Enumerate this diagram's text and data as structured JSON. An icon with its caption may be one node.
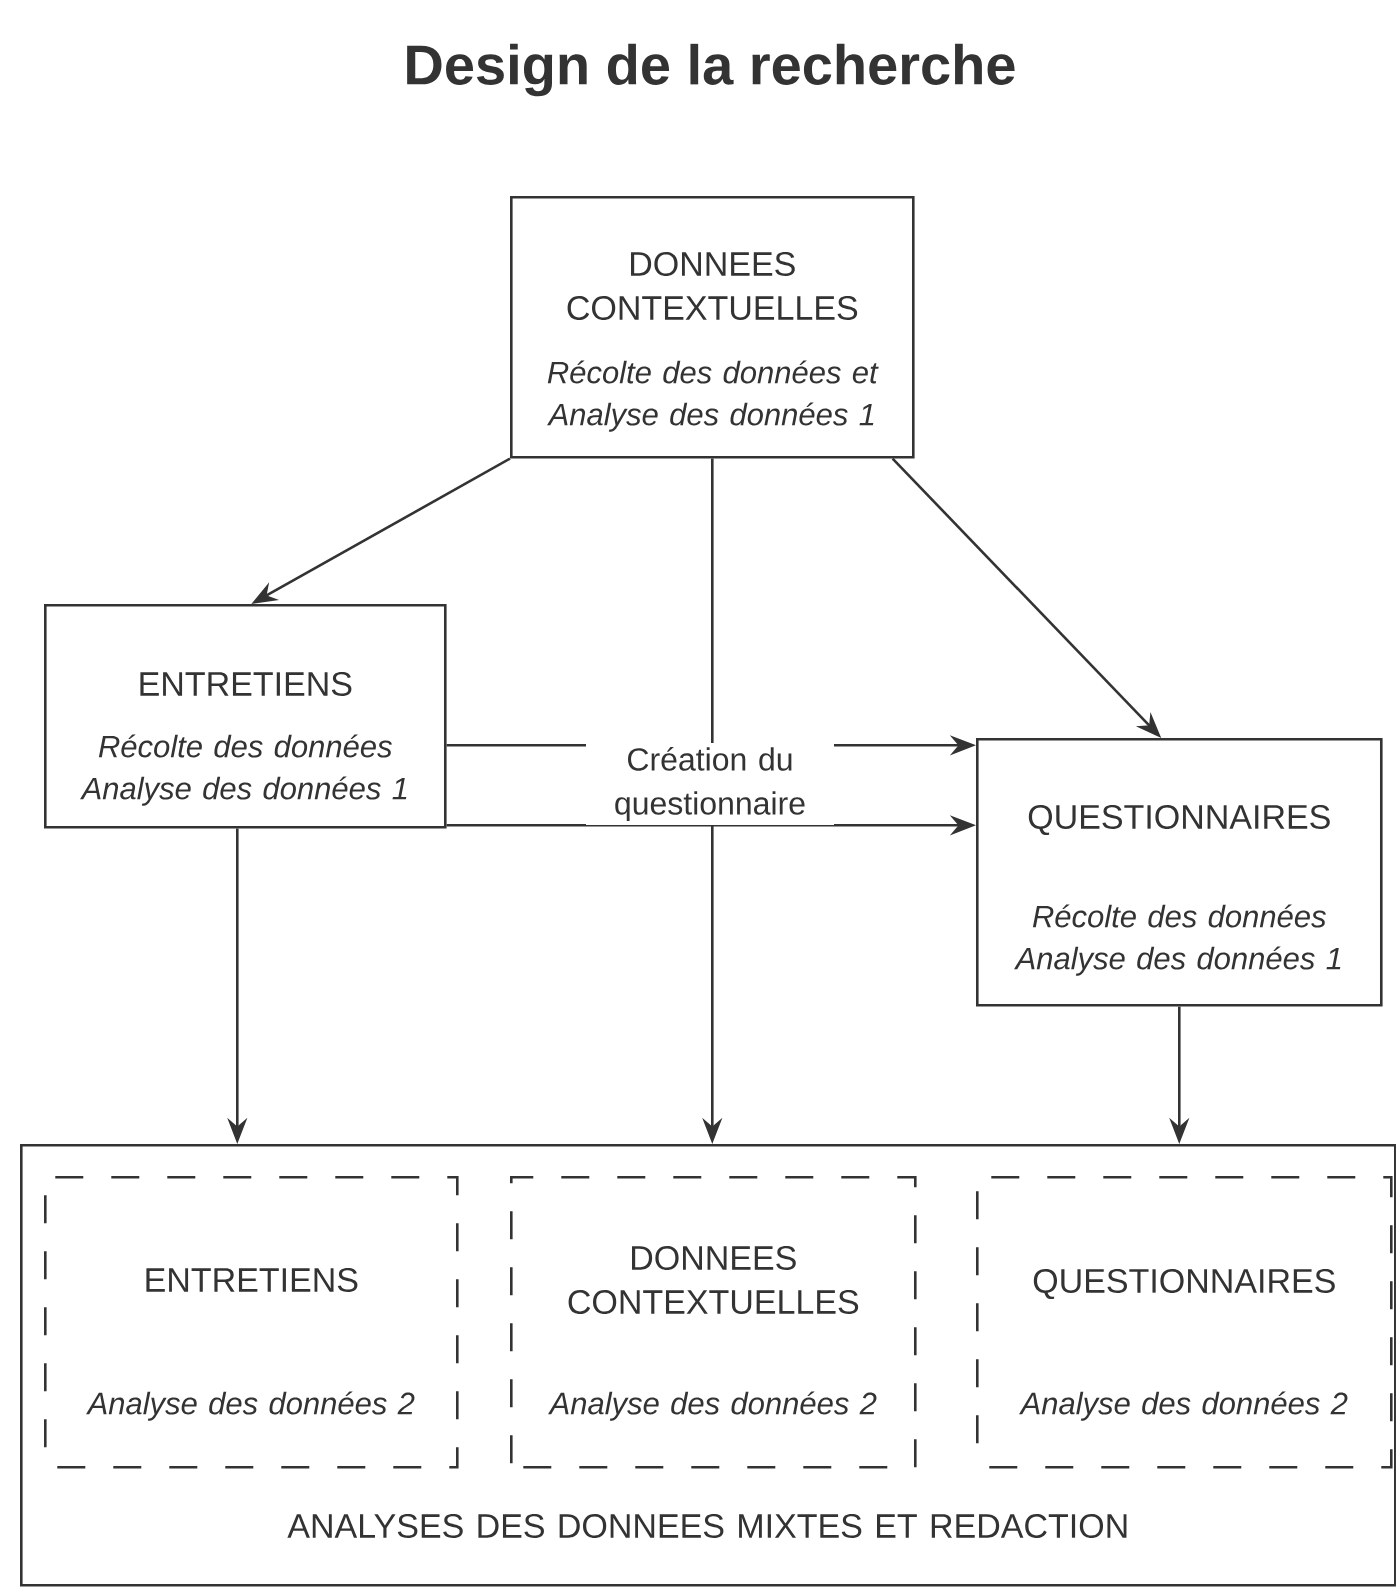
{
  "diagram": {
    "title": "Design de la recherche",
    "nodes": [
      {
        "text": [
          "DONNEES CONTEXTUELLES",
          "Récolte des données et Analyse des données 1"
        ]
      },
      {
        "text": [
          "ENTRETIENS",
          "Récolte des données Analyse des données 1"
        ]
      },
      {
        "text": [
          "QUESTIONNAIRES",
          "Récolte des données Analyse des données 1"
        ]
      },
      {
        "text": [
          "ANALYSES DES DONNEES MIXTES ET REDACTION"
        ]
      },
      {
        "text": [
          "ENTRETIENS",
          "Analyse des données 2"
        ],
        "in": 3
      },
      {
        "text": [
          "DONNEES CONTEXTUELLES",
          "Analyse des données 2"
        ],
        "in": 3
      },
      {
        "text": [
          "QUESTIONNAIRES",
          "Analyse des données 2"
        ],
        "in": 3
      }
    ],
    "edges": [
      {
        "from": 0,
        "to": 1,
        "arrow": "to"
      },
      {
        "from": 0,
        "to": 2,
        "arrow": "to"
      },
      {
        "from": 0,
        "to": 3,
        "arrow": "to"
      },
      {
        "from": 1,
        "to": 2,
        "arrow": "to",
        "label": "Création du questionnaire"
      },
      {
        "from": 1,
        "to": 2,
        "arrow": "to"
      },
      {
        "from": 1,
        "to": 3,
        "arrow": "to"
      },
      {
        "from": 2,
        "to": 3,
        "arrow": "to"
      }
    ]
  }
}
